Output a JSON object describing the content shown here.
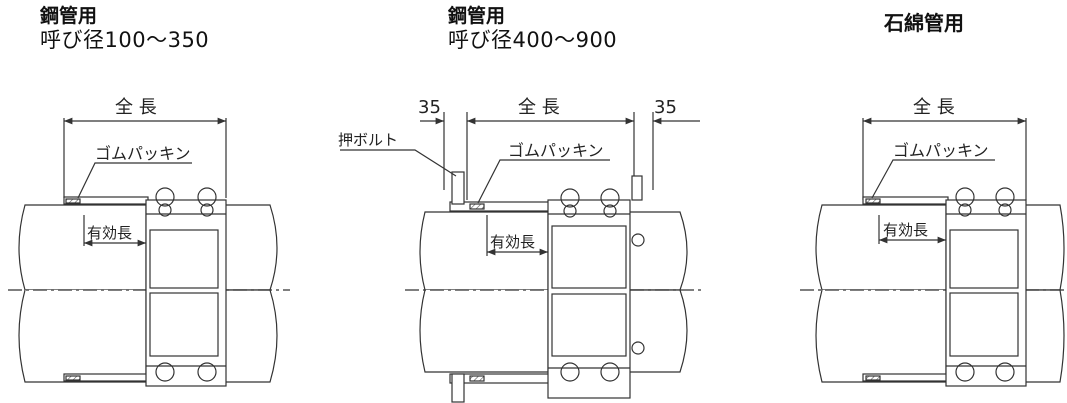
{
  "panels": [
    {
      "title": "鋼管用",
      "subtitle": "呼び径100〜350",
      "overall_length": "全 長",
      "packing": "ゴムパッキン",
      "effective_length": "有効長"
    },
    {
      "title": "鋼管用",
      "subtitle": "呼び径400〜900",
      "overall_length": "全 長",
      "packing": "ゴムパッキン",
      "effective_length": "有効長",
      "bolt": "押ボルト",
      "dim_left": "35",
      "dim_right": "35"
    },
    {
      "title": "石綿管用",
      "overall_length": "全 長",
      "packing": "ゴムパッキン",
      "effective_length": "有効長"
    }
  ],
  "colors": {
    "line": "#333333",
    "pipe_fill": "#ffffff",
    "hatch": "#666666"
  }
}
